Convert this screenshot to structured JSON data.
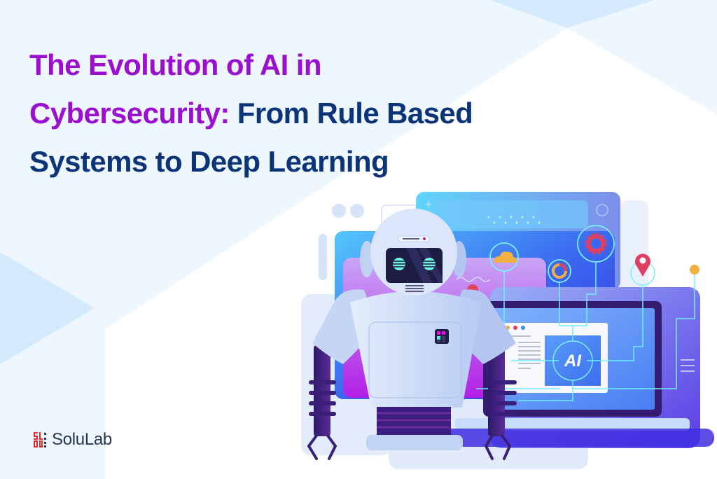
{
  "banner": {
    "title_highlight": "The Evolution of AI in Cybersecurity:",
    "title_rest": " From Rule Based Systems to Deep Learning",
    "colors": {
      "highlight": "#9a0fd0",
      "primary": "#0c3478",
      "background": "#eef6fe"
    }
  },
  "brand": {
    "name": "SoluLab",
    "logo_color": "#e5262b"
  },
  "illustration": {
    "screen_badge": "AI",
    "icons": [
      "cloud-icon",
      "donut-chart-icon",
      "gear-icon",
      "location-pin-icon",
      "dot-icon"
    ]
  }
}
